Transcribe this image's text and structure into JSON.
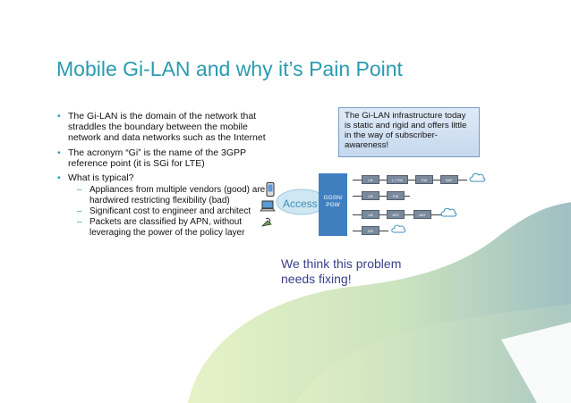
{
  "slide": {
    "title": "Mobile Gi-LAN and why it’s Pain Point",
    "bullets": [
      {
        "text": "The Gi-LAN is the domain of the network that straddles the boundary between the mobile network and data networks such as the Internet"
      },
      {
        "text": "The acronym “Gi” is the name of the 3GPP reference point (it is SGi for LTE)"
      },
      {
        "text": "What is typical?"
      }
    ],
    "sub_bullets": [
      "Appliances from multiple vendors (good) are hardwired restricting flexibility (bad)",
      "Significant cost to engineer and architect",
      "Packets are classified by APN, without leveraging the power of the policy layer"
    ],
    "bullet_glyph": "•",
    "sub_glyph": "–",
    "infobox": {
      "text": "The Gi-LAN infrastructure today is static and rigid and offers little in the way of subscriber-awareness!"
    },
    "diagram": {
      "access_label": "Access",
      "gateway_line1": "GGSN/",
      "gateway_line2": "PGW",
      "rows": [
        [
          "LB",
          "L7 FW",
          "FW",
          "NAT"
        ],
        [
          "LB",
          "FW"
        ],
        [
          "LB",
          "WO",
          "NAT"
        ],
        [
          "DPI"
        ]
      ]
    },
    "callout": {
      "line1": "We think this problem",
      "line2": "needs fixing!"
    },
    "colors": {
      "title": "#2a9bb0",
      "callout": "#3a3f8a",
      "gateway": "#3f7fc0",
      "infobox_border": "#7a9cc6"
    },
    "icons": [
      "phone-icon",
      "laptop-icon",
      "satellite-icon",
      "cloud-icon"
    ]
  }
}
